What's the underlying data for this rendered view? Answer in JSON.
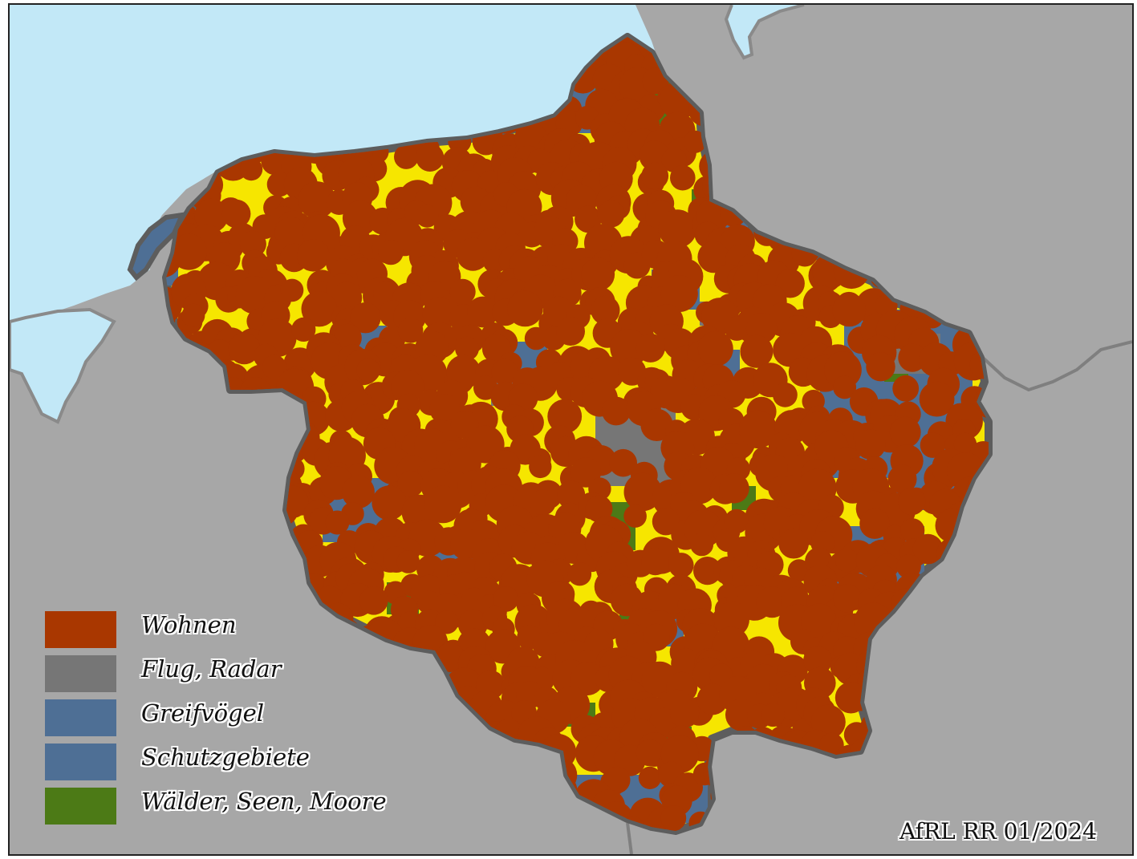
{
  "map": {
    "colors": {
      "sea": "#c2e8f7",
      "land": "#a7a7a7",
      "region_outline": "#5d5d5d",
      "remaining_area": "#f6e600",
      "border_line": "#7f7f7f"
    }
  },
  "legend": {
    "items": [
      {
        "label": "Wohnen",
        "color": "#a93700"
      },
      {
        "label": "Flug, Radar",
        "color": "#767676"
      },
      {
        "label": "Greifvögel",
        "color": "#4e6f95"
      },
      {
        "label": "Schutzgebiete",
        "color": "#4e6f95"
      },
      {
        "label": "Wälder, Seen, Moore",
        "color": "#4c7a16"
      }
    ]
  },
  "credit": "AfRL RR 01/2024"
}
